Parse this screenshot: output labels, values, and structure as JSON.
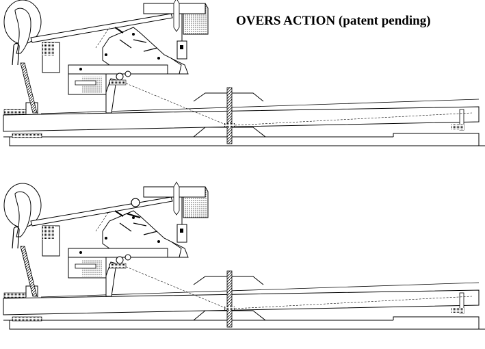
{
  "title": "OVERS ACTION (patent pending)",
  "colors": {
    "ink": "#000000",
    "paper": "#ffffff",
    "felt_fill": "#d9d9d9"
  },
  "diagrams": [
    {
      "name": "action-diagram-rest",
      "state": "at rest"
    },
    {
      "name": "action-diagram-keystroke",
      "state": "key depressed"
    }
  ]
}
